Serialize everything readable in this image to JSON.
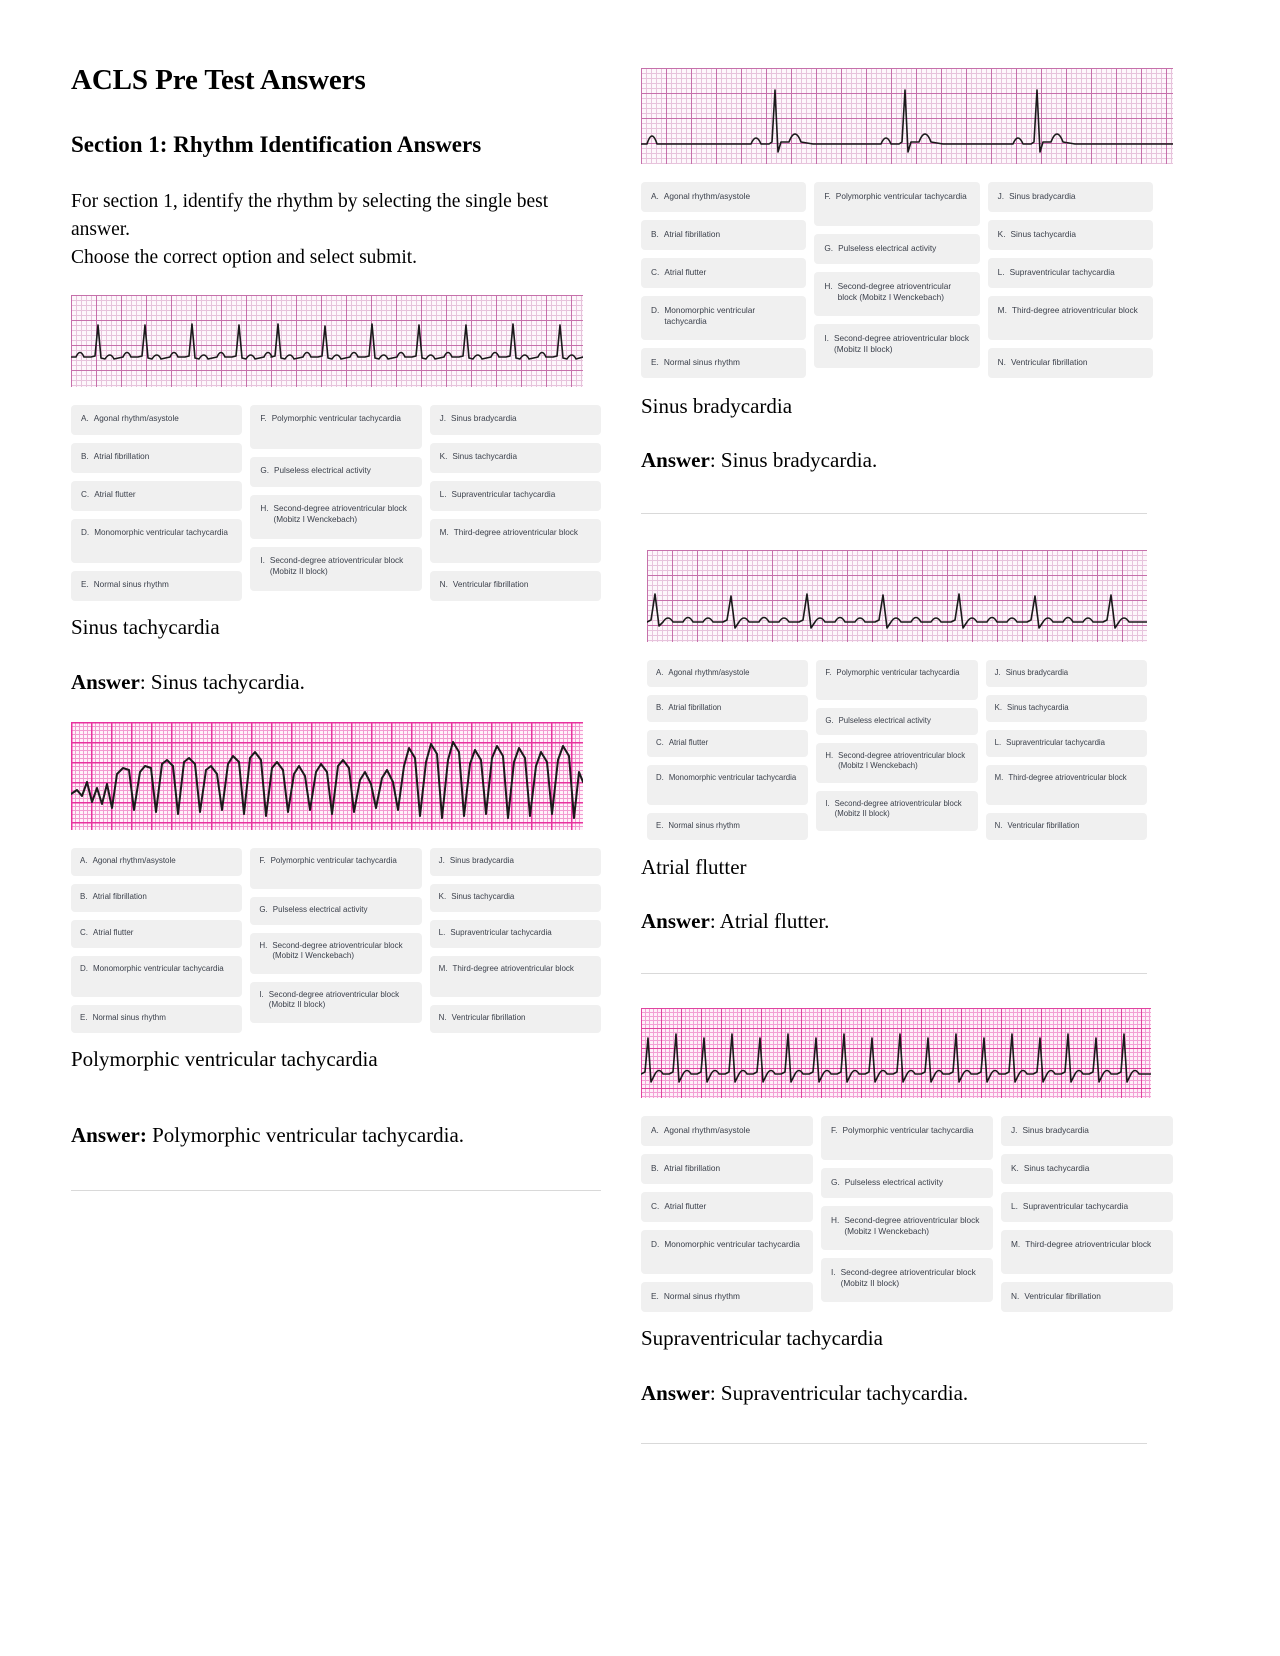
{
  "document": {
    "title": "ACLS Pre Test Answers",
    "section_heading": "Section 1: Rhythm Identification Answers",
    "intro_line_1": "For section 1, identify the rhythm by selecting the single best answer.",
    "intro_line_2": "Choose the correct option and select submit."
  },
  "options": {
    "column_1": [
      {
        "letter": "A.",
        "text": "Agonal rhythm/asystole"
      },
      {
        "letter": "B.",
        "text": "Atrial fibrillation"
      },
      {
        "letter": "C.",
        "text": "Atrial flutter"
      },
      {
        "letter": "D.",
        "text": "Monomorphic ventricular tachycardia"
      },
      {
        "letter": "E.",
        "text": "Normal sinus rhythm"
      }
    ],
    "column_2": [
      {
        "letter": "F.",
        "text": "Polymorphic ventricular tachycardia"
      },
      {
        "letter": "G.",
        "text": "Pulseless electrical activity"
      },
      {
        "letter": "H.",
        "text": "Second-degree atrioventricular block (Mobitz I Wenckebach)"
      },
      {
        "letter": "I.",
        "text": "Second-degree atrioventricular block (Mobitz II block)"
      }
    ],
    "column_3": [
      {
        "letter": "J.",
        "text": "Sinus bradycardia"
      },
      {
        "letter": "K.",
        "text": "Sinus tachycardia"
      },
      {
        "letter": "L.",
        "text": "Supraventricular tachycardia"
      },
      {
        "letter": "M.",
        "text": "Third-degree atrioventricular block"
      },
      {
        "letter": "N.",
        "text": "Ventricular fibrillation"
      }
    ]
  },
  "questions": [
    {
      "id": "q1",
      "rhythm_name": "Sinus tachycardia",
      "answer_lead": "Answer",
      "answer_separator": ": ",
      "answer_text": "Sinus tachycardia.",
      "ecg_type": "sinus-tachycardia"
    },
    {
      "id": "q2",
      "rhythm_name": "Polymorphic ventricular tachycardia",
      "answer_lead": "Answer:",
      "answer_separator": " ",
      "answer_text": "Polymorphic ventricular tachycardia.",
      "ecg_type": "polymorphic-vt"
    },
    {
      "id": "q3",
      "rhythm_name": "Sinus bradycardia",
      "answer_lead": "Answer",
      "answer_separator": ": ",
      "answer_text": "Sinus bradycardia.",
      "ecg_type": "sinus-bradycardia"
    },
    {
      "id": "q4",
      "rhythm_name": "Atrial flutter",
      "answer_lead": "Answer",
      "answer_separator": ": ",
      "answer_text": "Atrial flutter.",
      "ecg_type": "atrial-flutter"
    },
    {
      "id": "q5",
      "rhythm_name": "Supraventricular tachycardia",
      "answer_lead": "Answer",
      "answer_separator": ": ",
      "answer_text": "Supraventricular tachycardia.",
      "ecg_type": "supraventricular-tachycardia"
    }
  ],
  "colors": {
    "ecg_grid_minor": "#e7c3dc",
    "ecg_grid_major": "#c670ab",
    "ecg_grid_minor_strong": "#f29ad0",
    "ecg_grid_major_strong": "#e8329f",
    "ecg_paper": "#fdf7fb",
    "ecg_trace": "#1a1a1a",
    "option_background": "#f0f0f0",
    "option_text": "#3a3f4a",
    "divider": "#d9d9d9",
    "body_text": "#000000"
  }
}
